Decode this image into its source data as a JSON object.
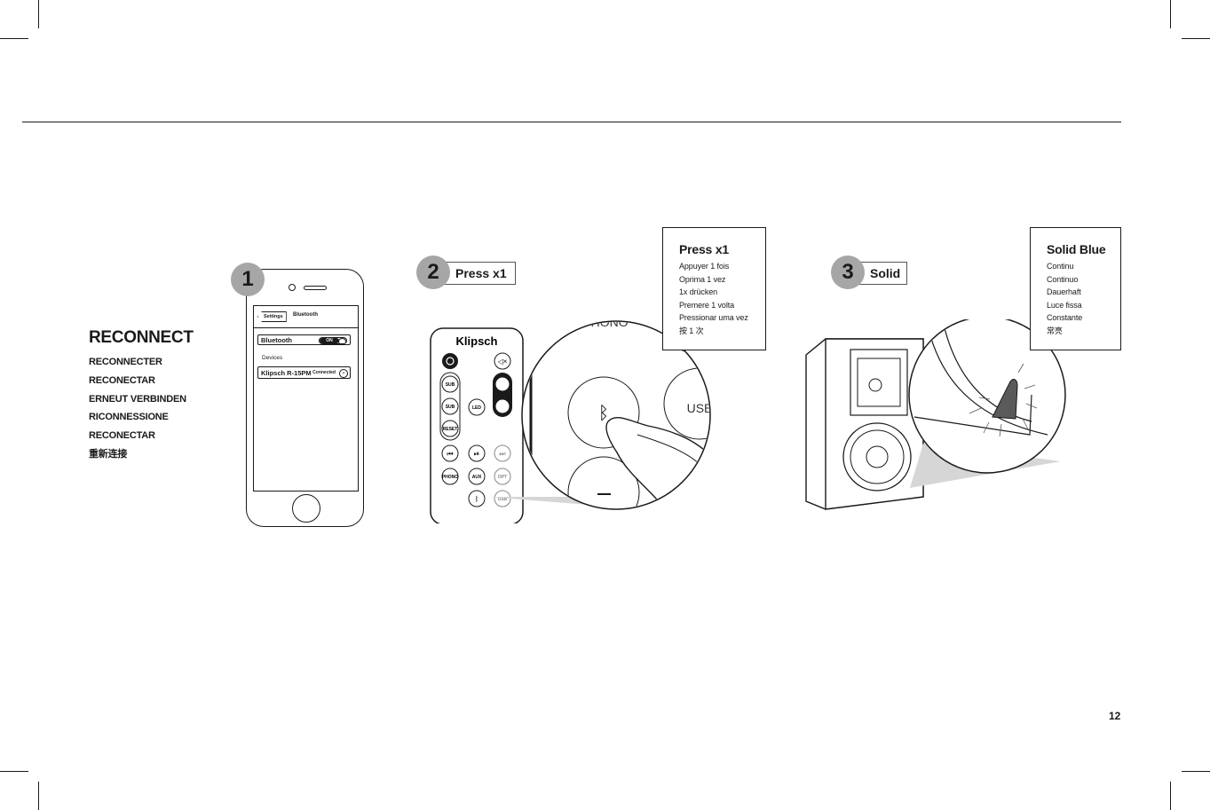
{
  "section": {
    "title": "RECONNECT",
    "translations": [
      "RECONNECTER",
      "RECONECTAR",
      "ERNEUT VERBINDEN",
      "RICONNESSIONE",
      "RECONECTAR",
      "重新连接"
    ]
  },
  "steps": [
    {
      "number": "1",
      "label": ""
    },
    {
      "number": "2",
      "label": "Press x1"
    },
    {
      "number": "3",
      "label": "Solid"
    }
  ],
  "callouts": {
    "press": {
      "title": "Press x1",
      "lines": [
        "Appuyer 1 fois",
        "Oprima 1 vez",
        "1x drücken",
        "Premere 1 volta",
        "Pressionar uma vez",
        "按 1 次"
      ]
    },
    "solid": {
      "title": "Solid Blue",
      "lines": [
        "Continu",
        "Continuo",
        "Dauerhaft",
        "Luce fissa",
        "Constante",
        "常亮"
      ]
    }
  },
  "phone_screen": {
    "back_label": "Settings",
    "nav_title": "Bluetooth",
    "bluetooth_row": "Bluetooth",
    "toggle_state": "ON",
    "devices_label": "Devices",
    "device_name": "Klipsch R-15PM",
    "device_status": "Connected"
  },
  "remote": {
    "brand": "Klipsch",
    "buttons": [
      "SUB",
      "LED",
      "SUB",
      "RESET",
      "PHONO",
      "AUX",
      "OPT",
      "USB"
    ]
  },
  "zoom": {
    "phono_label": "PHONO",
    "usb_label": "USB"
  },
  "page_number": "12",
  "colors": {
    "step_circle": "#a6a6a6",
    "ink": "#1a1a1a"
  }
}
